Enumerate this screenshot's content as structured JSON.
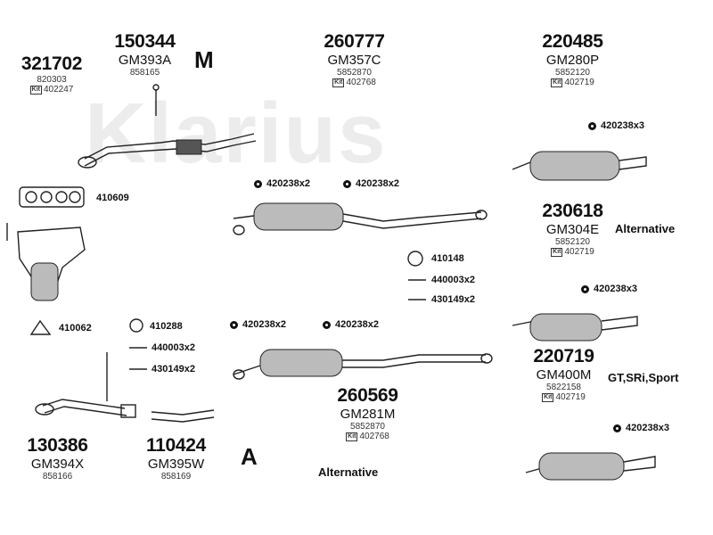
{
  "watermark": "Klarius",
  "parts": [
    {
      "id": "p321702",
      "number": "321702",
      "oe": "820303",
      "kit": "402247"
    },
    {
      "id": "p150344",
      "number": "150344",
      "gm": "GM393A",
      "oe": "858165"
    },
    {
      "id": "p260777",
      "number": "260777",
      "gm": "GM357C",
      "oe": "5852870",
      "kit": "402768"
    },
    {
      "id": "p220485",
      "number": "220485",
      "gm": "GM280P",
      "oe": "5852120",
      "kit": "402719"
    },
    {
      "id": "p230618",
      "number": "230618",
      "gm": "GM304E",
      "oe": "5852120",
      "kit": "402719"
    },
    {
      "id": "p220719",
      "number": "220719",
      "gm": "GM400M",
      "oe": "5822158",
      "kit": "402719"
    },
    {
      "id": "p260569",
      "number": "260569",
      "gm": "GM281M",
      "oe": "5852870",
      "kit": "402768"
    },
    {
      "id": "p130386",
      "number": "130386",
      "gm": "GM394X",
      "oe": "858166"
    },
    {
      "id": "p110424",
      "number": "110424",
      "gm": "GM395W",
      "oe": "858169"
    }
  ],
  "refs": {
    "r1": "420238x3",
    "r2": "420238x2",
    "r3": "420238x2",
    "r4": "410609",
    "r5": "410148",
    "r6": "440003x2",
    "r7": "430149x2",
    "r8": "420238x3",
    "r9": "410062",
    "r10": "410288",
    "r11": "420238x2",
    "r12": "420238x2",
    "r13": "440003x2",
    "r14": "430149x2",
    "r15": "420238x3"
  },
  "labels": {
    "kit_prefix": "Kit",
    "alt1": "Alternative",
    "alt2": "Alternative",
    "sport": "GT,SRi,Sport",
    "badge_m": "M",
    "badge_a": "A"
  }
}
